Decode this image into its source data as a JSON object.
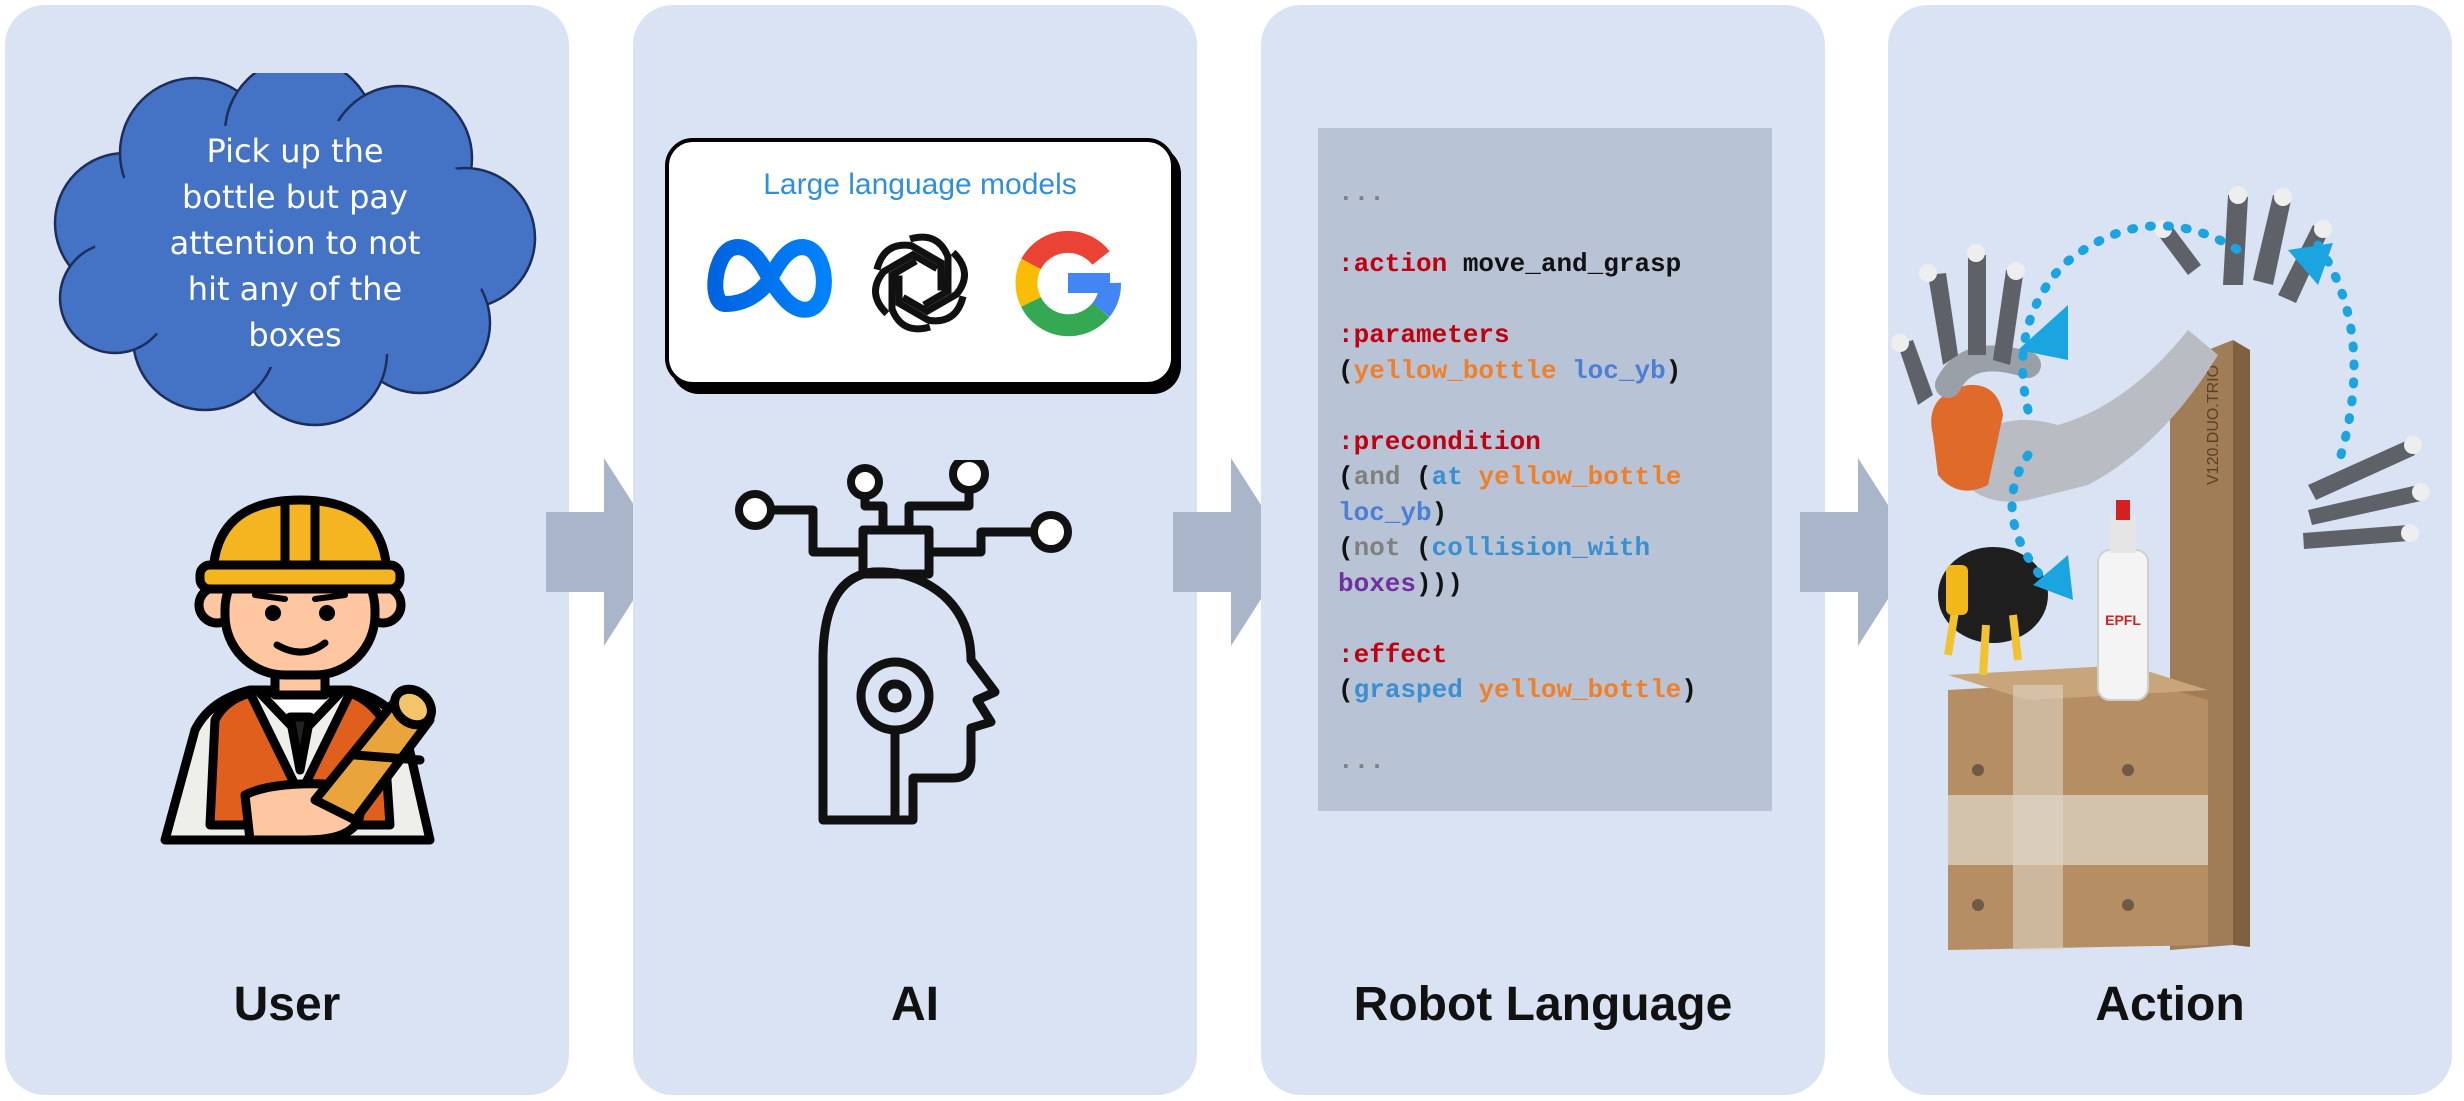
{
  "panels": {
    "user": {
      "title": "User",
      "bubble_lines": [
        "Pick up the",
        "bottle but pay",
        "attention to not",
        "hit any of the",
        "boxes"
      ]
    },
    "ai": {
      "title": "AI",
      "llm_label": "Large language models",
      "logo_icons": [
        "meta-icon",
        "openai-icon",
        "google-icon"
      ]
    },
    "robot_language": {
      "title": "Robot Language"
    },
    "action": {
      "title": "Action",
      "box_text": "V120.DUO.TRIO",
      "bottle_text": "EPFL"
    }
  },
  "code": {
    "ellipsis": "...",
    "action_kw": ":action",
    "action_name": "move_and_grasp",
    "parameters_kw": ":parameters",
    "param_1": "yellow_bottle",
    "param_2": "loc_yb",
    "precondition_kw": ":precondition",
    "and_kw": "and",
    "at_kw": "at",
    "pre_obj": "yellow_bottle",
    "pre_loc": "loc_yb",
    "not_kw": "not",
    "collision_kw": "collision_with",
    "collision_obj": "boxes",
    "effect_kw": ":effect",
    "grasped_kw": "grasped",
    "effect_obj": "yellow_bottle"
  },
  "colors": {
    "panel_bg": "#dae3f3",
    "arrow": "#a9b6c9",
    "cloud": "#4472c4",
    "code_bg": "#b8c4d6",
    "keyword_red": "#c0000e",
    "object_orange": "#f07f28",
    "location_blue": "#4c7ed8",
    "motion_arc": "#1aa5e0"
  }
}
